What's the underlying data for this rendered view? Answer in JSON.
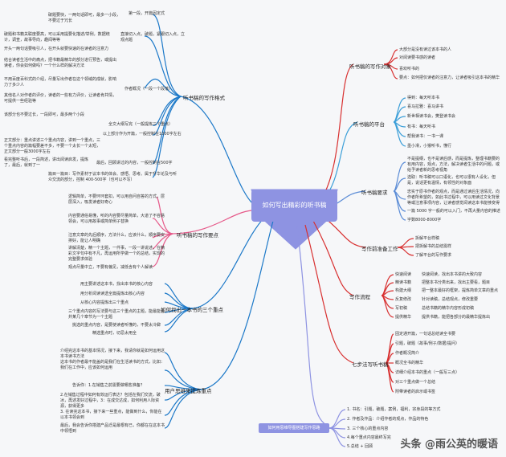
{
  "center": {
    "title": "如何写出精彩的听书稿"
  },
  "left": {
    "b1": {
      "title": "听书稿的写作格式",
      "items": [
        "第一段，开篇固定式",
        "直接切入点，破题，紧跟切入点，立观点题",
        "作者概况（一段一个段落）",
        "全文大纲写完（一般提炼三个重点）",
        "以上部分作为开篇，一般控制在1000字左右",
        "最后，回顾讲过的内容，一般控制在500字",
        "篇目一篇目：写作素材于议本书的体会、感悟、思考。属于升华论及与听众交流的部分，控制 400-500字（也可以不写）"
      ],
      "notes": [
        "破题要快，一两句话即可，最多一小段，不要过于冗长",
        "破题和书籍关联度要高，可以采用提要化描述/举例，数据统计，调查，故事导向，趣闻等等",
        "开头一两句话要吸引人，在开头就要快速的在读者的注意力",
        "结合读者生活中的痛点，把书籍最精华的部分进行预告，或提出读者，你会如何做吗？一个什么样的解决方法",
        "不用百度百科式的介绍，尽量写出作者在这个领域的成就，影响力了多少人",
        "其他名人对作者的评价，读者的一些有力评价，让读者肯共情，可提供一些经验等",
        "该部分也不要过长，一段即可，最多两个小段",
        "正文部分：重点讲述三个重点内容，讲到一个重点，三个重点内容的篇幅要差不多，不要一个太长一个太短，正文部分一般3000字左右",
        "看完整听书后，一段简述，讲出阅读启发，提炼了，最后，就到了一"
      ]
    },
    "b2": {
      "title": "听书稿的写作要点",
      "items": [
        "逻辑简单，不要环环套扣，可以用自问自答的方式，层层深入，吸发读者好奇心",
        "内容要通俗易懂，听的内容要尽量简单，大道了不容易领会，可以用故事或简单例子替换",
        "注意文章的先后顺序，方法什么，应该什么，顺序要安排好，能让人明确",
        "讲解清楚，精一个主题，一件事，一段一讲说述，在精彩文字句中有不凡，再运用所学做一个的总结，实现的完整要求体验",
        "观点尽量中立，不要有偏见，减低含有个人解读"
      ]
    },
    "b3": {
      "title": "如何找出一本书的三个重点",
      "items": [
        "用主要讲述这本书，找出本书的核心内容",
        "用分析阅读读透全篇提炼出核心内容",
        "从核心内容提炼出三个重点",
        "三个重点内容的写法要与这三个重点的主题，能最能合并某几个章节为一个主题",
        "挑选的重点内容，是要使读者听懂的，不要太冷僻",
        "精选重点时，切忌太用全"
      ]
    },
    "b4": {
      "title": "用户思维来提炼重点",
      "items": [
        "介绍完这本书的基本情况，接下来，我请你就是如何运用这本书读书方法",
        "这本书的作者最不能盖的是我们在生活读书的方式，比如：我们在工作中，应该如何运用",
        "告诉你：1.在销售之前需要做哪些准备？",
        "2.在销售过程中如何有效运行表达？包括在我们交流，破冰，再述发好过程中，3：在成交达成，如何利用人际资源，获得更多",
        "3. 在读完这本书，接下来一些重点，能做到什么，你能在以本书领会到",
        "最后，我会告诉你搭建产品迁是最根有已，你都在在这本书中领悟到"
      ]
    }
  },
  "right": {
    "r1": {
      "title": "听书稿的写作对象",
      "items": [
        "大部分是没有读过该本书的人",
        "对阅读要书感的读者",
        "喜欢听书的",
        "要点：如何把仅读者的注意力，让读者吸引这本书的精华"
      ]
    },
    "r2": {
      "title": "听书稿的平台",
      "items": [
        "得到：每天听本书",
        "喜马拉雅：喜马讲书",
        "新世相读书会，樊登读书会",
        "有书：每天听书",
        "帮我读书：一书一课",
        "墨小滑，小猴听书，懂行"
      ]
    },
    "r3": {
      "title": "听书稿要求",
      "items": [
        "不是提纲，也不是读后感，而是提炼，整理书籍要的有用内容，观点，方法，解决读者生活中的问题，或给予读者新的思考视角",
        "选取：听书稿可以口语化，也可以很有人设化，但是，说话更有温情，有领性的对象面",
        "忠实于原书作者的观点，而是通过读后生活情况，向作者所希望的，如此书过程中，可以用读过文化背景等或注意事项内容，让读者感觉阅读这本书能够变得",
        "一篇 5000 字一般的可以入门，不再大量内容的推述",
        "字数8000-8000字"
      ]
    },
    "r4": {
      "title": "写作前准备工作",
      "items": [
        "拆解平台样稿",
        "把拆解书的总结需样",
        "了解平台的写作要求"
      ]
    },
    "r5": {
      "title": "写作流程",
      "items": [
        "快速阅读",
        "精读书籍",
        "构建大纲",
        "反复修改",
        "写初稿",
        "提供精华"
      ],
      "notes": [
        "快速阅读，找出本书讲的大致内容",
        "把整本书分类出来，找出主要看，题目",
        "把一整本最好的框架，提炼简单文章的重点",
        "针对读稿，总结观点，修改重要",
        "总结书籍的精华内容形成初稿",
        "提供书籍，能把各部分的最精华提炼出"
      ]
    },
    "r6": {
      "title": "七步法写听书稿",
      "items": [
        "固定通开篇，一句话总结读全书要",
        "引题，破题（故事/例子/数据/提问）",
        "作者概况简介",
        "概况全书的精华",
        "详细介绍本书的重点（一般写三点）",
        "对三个重点做一个总结",
        "附带读者的启示或书签"
      ]
    },
    "r7": {
      "items": [
        "1. 书名：引题，破题，案例，福利，宗身段的等方式",
        "2. 作者及作品：介绍作者的观点，作品的特色",
        "3. 三个核心的重点内容",
        "4.每个重点内容最终写完",
        "5.总结 + 回顾"
      ]
    }
  },
  "footer": {
    "label": "如何用思维导图搭建写作思路"
  },
  "watermark": "头条 @雨公英的暖语",
  "colors": {
    "center": "#8e93e2",
    "b1": "#1b78c8",
    "b2": "#e65a8a",
    "b3": "#1b78c8",
    "b4": "#1b78c8",
    "r1": "#d83030",
    "r2": "#3a9ed8",
    "r3": "#5b8cd6",
    "r4": "#d83030",
    "r5": "#d83030",
    "r6": "#d83030",
    "r7": "#8e93e2"
  }
}
